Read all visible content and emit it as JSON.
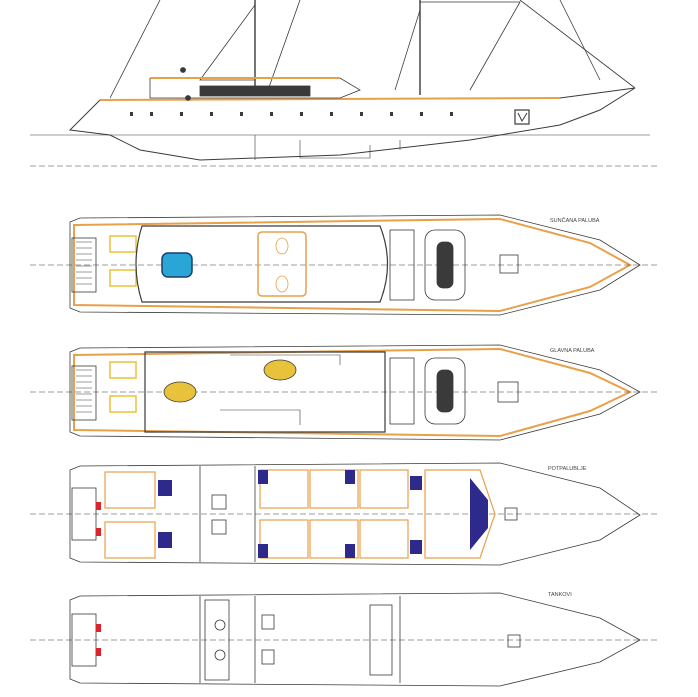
{
  "decks": [
    {
      "id": "sun",
      "label": "SUNČANA PALUBA"
    },
    {
      "id": "main",
      "label": "GLAVNA PALUBA"
    },
    {
      "id": "lower",
      "label": "POTPALUBLJE"
    },
    {
      "id": "tank",
      "label": "TANKOVI"
    }
  ],
  "colors": {
    "line": "#3a3a3a",
    "accent": "#e8a04a",
    "cabin_blue": "#2d2a8c",
    "pool": "#2aa6d6",
    "red": "#d8262c",
    "furniture": "#e8c23a"
  }
}
